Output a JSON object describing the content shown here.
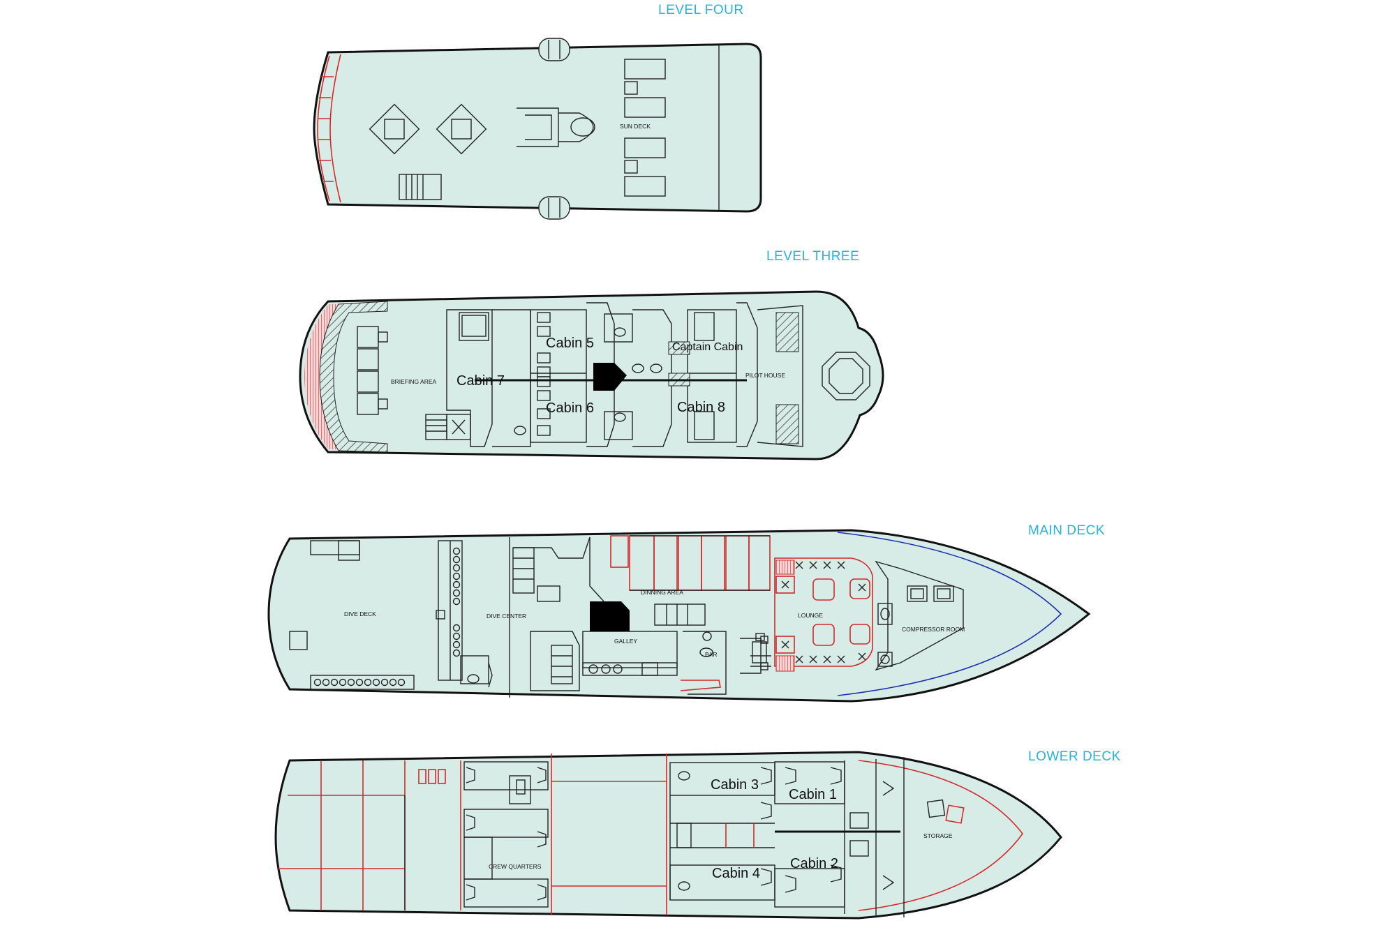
{
  "decks": {
    "level_four": {
      "title": "LEVEL FOUR",
      "areas": {
        "sun_deck": "SUN DECK"
      }
    },
    "level_three": {
      "title": "LEVEL THREE",
      "areas": {
        "briefing_area": "BRIEFING AREA",
        "pilot_house": "PILOT HOUSE"
      },
      "cabins": {
        "cabin5": "Cabin 5",
        "cabin6": "Cabin 6",
        "cabin7": "Cabin 7",
        "captain": "Captain Cabin",
        "cabin8": "Cabin 8"
      }
    },
    "main_deck": {
      "title": "MAIN DECK",
      "areas": {
        "dive_deck": "DIVE DECK",
        "dive_center": "DIVE CENTER",
        "dinning_area": "DINNING AREA",
        "galley": "GALLEY",
        "bar": "BAR",
        "lounge": "LOUNGE",
        "compressor_room": "COMPRESSOR ROOM"
      }
    },
    "lower_deck": {
      "title": "LOWER DECK",
      "areas": {
        "crew_quarters": "CREW QUARTERS",
        "storage": "STORAGE"
      },
      "cabins": {
        "cabin3": "Cabin 3",
        "cabin1": "Cabin 1",
        "cabin4": "Cabin 4",
        "cabin2": "Cabin 2"
      }
    }
  },
  "colors": {
    "hull_fill": "#d7ece6",
    "outline": "#111111",
    "accent_red": "#d42a2a",
    "title_blue": "#2ab0dc",
    "waterline_blue": "#1e2fb0"
  }
}
